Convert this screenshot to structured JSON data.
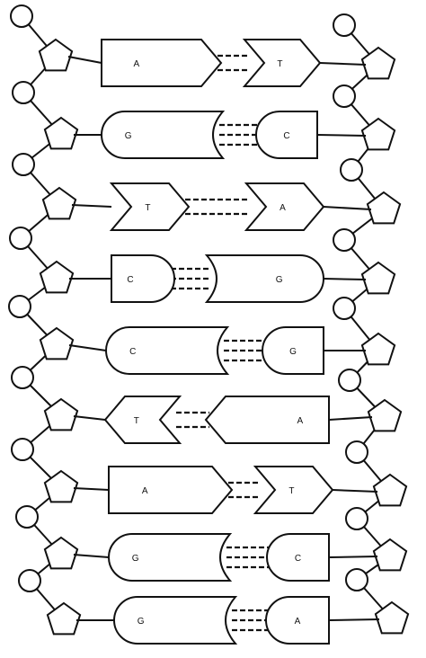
{
  "colors": {
    "line": "#111111",
    "background": "#ffffff"
  },
  "rungs": [
    {
      "left": {
        "letter": "A",
        "shape": "pentagon"
      },
      "right": {
        "letter": "T",
        "shape": "arrow"
      }
    },
    {
      "left": {
        "letter": "G",
        "shape": "notch"
      },
      "right": {
        "letter": "C",
        "shape": "round"
      }
    },
    {
      "left": {
        "letter": "T",
        "shape": "arrow"
      },
      "right": {
        "letter": "A",
        "shape": "arrow"
      }
    },
    {
      "left": {
        "letter": "C",
        "shape": "round"
      },
      "right": {
        "letter": "G",
        "shape": "notch"
      }
    },
    {
      "left": {
        "letter": "C",
        "shape": "notch"
      },
      "right": {
        "letter": "G",
        "shape": "round"
      }
    },
    {
      "left": {
        "letter": "T",
        "shape": "arrow-left"
      },
      "right": {
        "letter": "A",
        "shape": "pentagon-left"
      }
    },
    {
      "left": {
        "letter": "A",
        "shape": "pentagon"
      },
      "right": {
        "letter": "T",
        "shape": "arrow"
      }
    },
    {
      "left": {
        "letter": "G",
        "shape": "notch"
      },
      "right": {
        "letter": "C",
        "shape": "round"
      }
    },
    {
      "left": {
        "letter": "G",
        "shape": "notch"
      },
      "right": {
        "letter": "A",
        "shape": "round"
      }
    }
  ]
}
